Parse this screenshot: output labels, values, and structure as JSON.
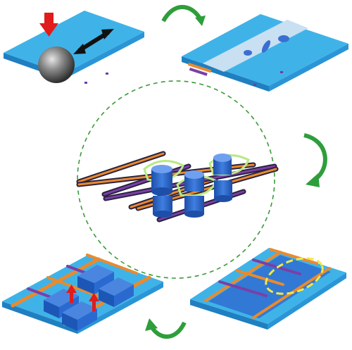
{
  "figure": {
    "panels": [
      {
        "id": "panel-ball-wear",
        "description": ""
      },
      {
        "id": "panel-wear-track",
        "description": ""
      },
      {
        "id": "panel-grid-pillars",
        "description": ""
      },
      {
        "id": "panel-filled-grid",
        "description": ""
      },
      {
        "id": "panel-blocks-lifted",
        "description": ""
      }
    ],
    "colors": {
      "substrate_top": "#3fb3e8",
      "substrate_side": "#1f7fc0",
      "groove": "#c9dff2",
      "rod_orange": "#e98a2e",
      "rod_purple": "#7b3fa6",
      "rod_dark": "#2a2340",
      "pillar": "#2f6fd0",
      "pillar_top": "#6fa0f0",
      "ring_green": "#b8e986",
      "arrow_red": "#e21b1b",
      "arrow_black": "#111111",
      "cycle_arrow_green": "#2e9e3a",
      "dashed_circle": "#3a9a3a",
      "dashed_yellow": "#f2e84a",
      "ball": "#7d7d7d"
    }
  }
}
